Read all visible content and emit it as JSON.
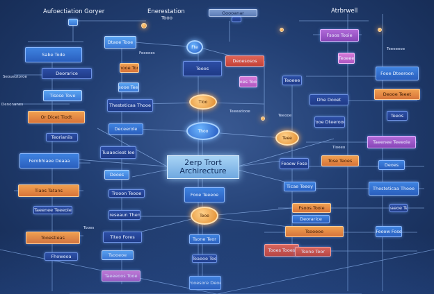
{
  "central": {
    "line1": "2erp Trort",
    "line2": "Archirecture"
  },
  "top": {
    "left_title": "Aufoectiation Goryer",
    "center_title_1": "Enerestation",
    "center_title_2": "Tooo",
    "top_box": "Goooanar",
    "right_title": "Atrbrwell"
  },
  "nodes": {
    "n1": "Sabe Tode",
    "n2": "Deorarice",
    "n3": "Tisose Tove",
    "n4": "Dtaoe Tooe",
    "n5": "Deoesosos",
    "n6": "Or Dicet Tiodt",
    "n7": "Teorianiis",
    "n8": "Thesteticaa Thooe",
    "n9": "Deceerole",
    "n10": "Tuaaecieat Iee",
    "n11": "Deoes",
    "n12": "Fsoos Tooie",
    "n13": "Ferobhiaee Deaaa",
    "n14": "Tiaos Tatans",
    "n15": "Taeenee Teeeoie",
    "n16": "Tooestieas",
    "n17": "Fhoweoa",
    "n18": "Thooe Tooe",
    "n19": "Deooe Teeet",
    "n20": "Trooon Teooe",
    "n21": "Fereseaun Thenrs",
    "n22": "Titeo Fores",
    "n23": "Tsooeoe",
    "n24": "Taeeeoos Tooe",
    "n25": "Teeos",
    "n26": "Fooe Teeeoe",
    "n27": "Tsone Teor",
    "n28": "Teaeoe Tee",
    "n29": "Fooesore Deoe",
    "n30": "Tooes Tooes",
    "n31": "Teoeee",
    "n32": "Dhe Dooet",
    "n33": "Fooe Dteeroon",
    "n34": "Feoow Fose",
    "n35": "Tose Teoes",
    "n36": "Ticae Teeoy"
  },
  "circles": {
    "c1": "Fte",
    "c2": "Tloo",
    "c3": "Thoo",
    "c4": "Teee",
    "c5": "Teoe"
  },
  "labels": {
    "l1": "Seoueotoroe",
    "l2": "Denonanes",
    "l3": "Feeooes",
    "l4": "Tooes",
    "l5": "Teeeatiooe",
    "l6": "Tioeeo",
    "l7": "Teeeeeoe",
    "l8": "Teeooe"
  }
}
